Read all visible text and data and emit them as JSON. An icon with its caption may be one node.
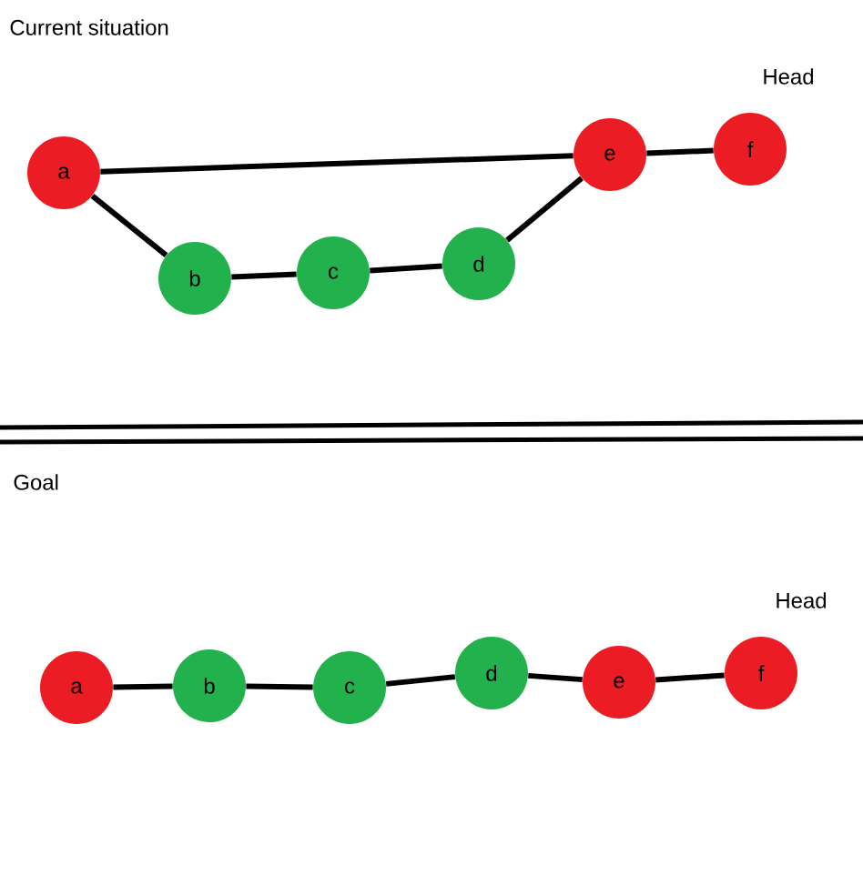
{
  "diagram": {
    "nodes": [
      {
        "text": [
          "a"
        ]
      },
      {
        "text": [
          "b"
        ]
      },
      {
        "text": [
          "c"
        ]
      },
      {
        "text": [
          "d"
        ]
      },
      {
        "text": [
          "e"
        ]
      },
      {
        "text": [
          "f"
        ]
      },
      {
        "text": [
          "a"
        ]
      },
      {
        "text": [
          "b"
        ]
      },
      {
        "text": [
          "c"
        ]
      },
      {
        "text": [
          "d"
        ]
      },
      {
        "text": [
          "e"
        ]
      },
      {
        "text": [
          "f"
        ]
      }
    ],
    "edges": [
      {
        "from": 0,
        "to": 4,
        "arrow": "none"
      },
      {
        "from": 0,
        "to": 1,
        "arrow": "none"
      },
      {
        "from": 1,
        "to": 2,
        "arrow": "none"
      },
      {
        "from": 2,
        "to": 3,
        "arrow": "none"
      },
      {
        "from": 3,
        "to": 4,
        "arrow": "none"
      },
      {
        "from": 4,
        "to": 5,
        "arrow": "none"
      },
      {
        "from": 6,
        "to": 7,
        "arrow": "none"
      },
      {
        "from": 7,
        "to": 8,
        "arrow": "none"
      },
      {
        "from": 8,
        "to": 9,
        "arrow": "none"
      },
      {
        "from": 9,
        "to": 10,
        "arrow": "none"
      },
      {
        "from": 10,
        "to": 11,
        "arrow": "none"
      }
    ],
    "labels": [
      "Current situation",
      "Head",
      "Goal",
      "Head"
    ]
  }
}
